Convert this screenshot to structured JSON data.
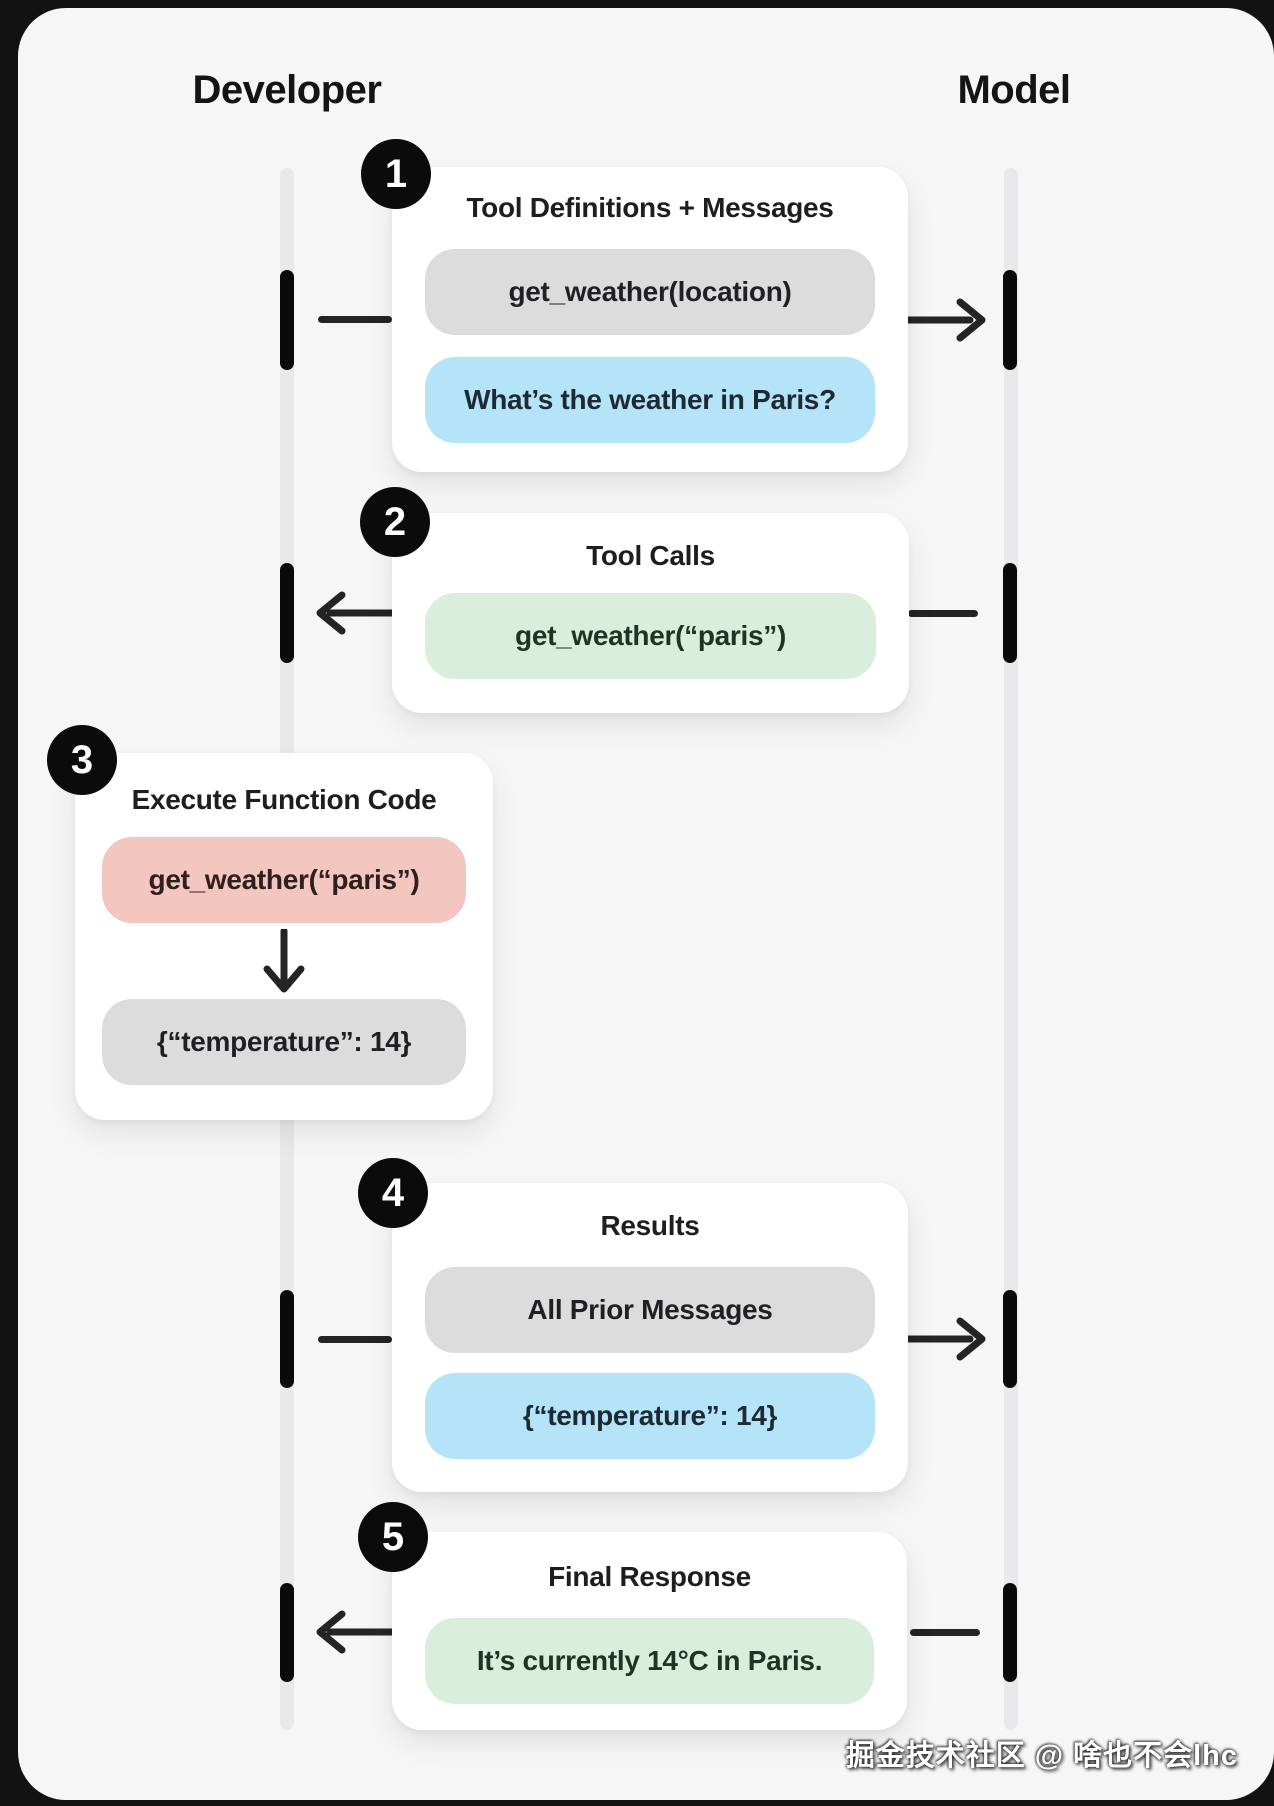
{
  "diagram": {
    "actors": {
      "developer": "Developer",
      "model": "Model"
    },
    "steps": [
      {
        "number": "1",
        "title": "Tool Definitions + Messages",
        "direction": "developer-to-model",
        "pills": [
          {
            "kind": "tool-definition",
            "style": "gray",
            "text": "get_weather(location)"
          },
          {
            "kind": "user-message",
            "style": "blue",
            "text": "What’s the weather in Paris?"
          }
        ]
      },
      {
        "number": "2",
        "title": "Tool Calls",
        "direction": "model-to-developer",
        "pills": [
          {
            "kind": "tool-call",
            "style": "green",
            "text": "get_weather(“paris”)"
          }
        ]
      },
      {
        "number": "3",
        "title": "Execute Function Code",
        "direction": "developer-internal",
        "pills": [
          {
            "kind": "function-invocation",
            "style": "pink",
            "text": "get_weather(“paris”)"
          },
          {
            "kind": "function-result",
            "style": "gray",
            "text": "{“temperature”: 14}"
          }
        ]
      },
      {
        "number": "4",
        "title": "Results",
        "direction": "developer-to-model",
        "pills": [
          {
            "kind": "prior-messages",
            "style": "gray",
            "text": "All Prior Messages"
          },
          {
            "kind": "tool-result",
            "style": "blue",
            "text": "{“temperature”: 14}"
          }
        ]
      },
      {
        "number": "5",
        "title": "Final Response",
        "direction": "model-to-developer",
        "pills": [
          {
            "kind": "assistant-message",
            "style": "green",
            "text": "It’s currently 14°C in Paris."
          }
        ]
      }
    ],
    "watermark": "掘金技术社区 @ 啥也不会lhc",
    "colors": {
      "outer_bg": "#121212",
      "panel_bg": "#f6f6f7",
      "lifeline": "#e9e9eb",
      "activation": "#0a0a0a",
      "pill_gray": "#dcdcdd",
      "pill_blue": "#b5e3f8",
      "pill_green": "#d9eedc",
      "pill_pink": "#f4c6c0",
      "ink": "#1d1e20"
    }
  }
}
